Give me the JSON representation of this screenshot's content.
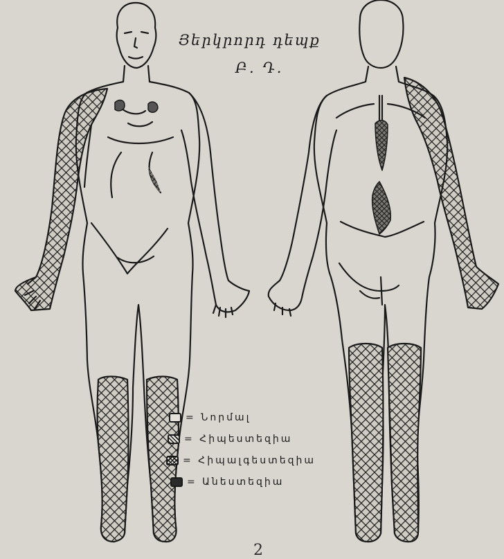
{
  "heading": {
    "title": "Յերկրորդ դեպք",
    "subtitle": "Բ. Դ."
  },
  "legend": {
    "items": [
      {
        "key": "normal",
        "swatch_icon": "empty-square-icon",
        "label": "= Նորմալ"
      },
      {
        "key": "partial",
        "swatch_icon": "hatched-square-icon",
        "label": "= Հիպեստեզիա"
      },
      {
        "key": "mostly",
        "swatch_icon": "crosshatched-square-icon",
        "label": "= Հիպալգեստեզիա"
      },
      {
        "key": "full",
        "swatch_icon": "filled-square-icon",
        "label": "= Անեստեզիա"
      }
    ]
  },
  "figures": [
    {
      "view": "front",
      "shaded_regions": [
        "right-arm",
        "right-hand",
        "left-lower-leg",
        "right-lower-leg"
      ]
    },
    {
      "view": "back",
      "shaded_regions": [
        "right-arm",
        "right-hand",
        "left-lower-leg",
        "right-lower-leg",
        "upper-spine",
        "lower-spine"
      ]
    }
  ],
  "colors": {
    "paper": "#d9d6cf",
    "ink": "#1a1a1a"
  },
  "page_mark": "2"
}
